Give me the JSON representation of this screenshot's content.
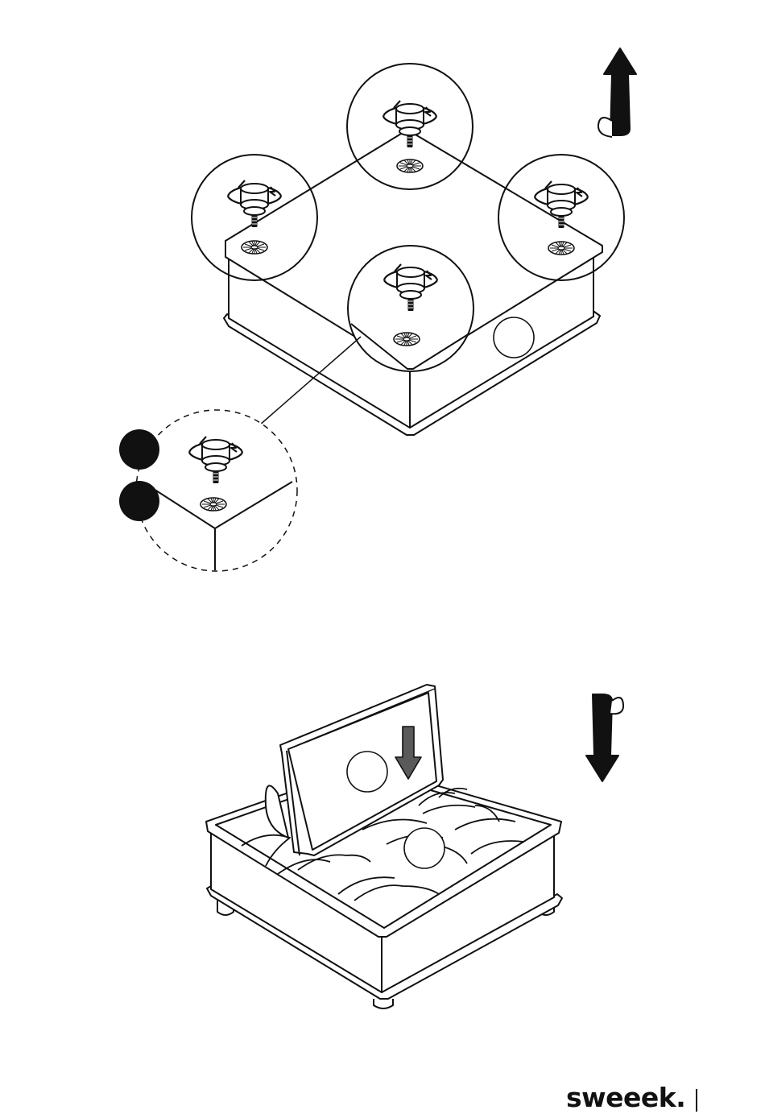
{
  "brand": {
    "name": "sweeek."
  },
  "colors": {
    "ink": "#111111",
    "paper": "#ffffff",
    "arrow_fill": "#5a5a5a"
  },
  "steps": [
    {
      "name": "flip-and-screw-feet",
      "icons": [
        "rotate-up-arrow-icon",
        "screw-foot-icon",
        "washer-icon",
        "detail-callout-icon",
        "step-badge-icon"
      ]
    },
    {
      "name": "turn-over-and-place-backrest",
      "icons": [
        "rotate-down-arrow-icon",
        "insert-down-arrow-icon",
        "part-marker-icon"
      ]
    }
  ]
}
